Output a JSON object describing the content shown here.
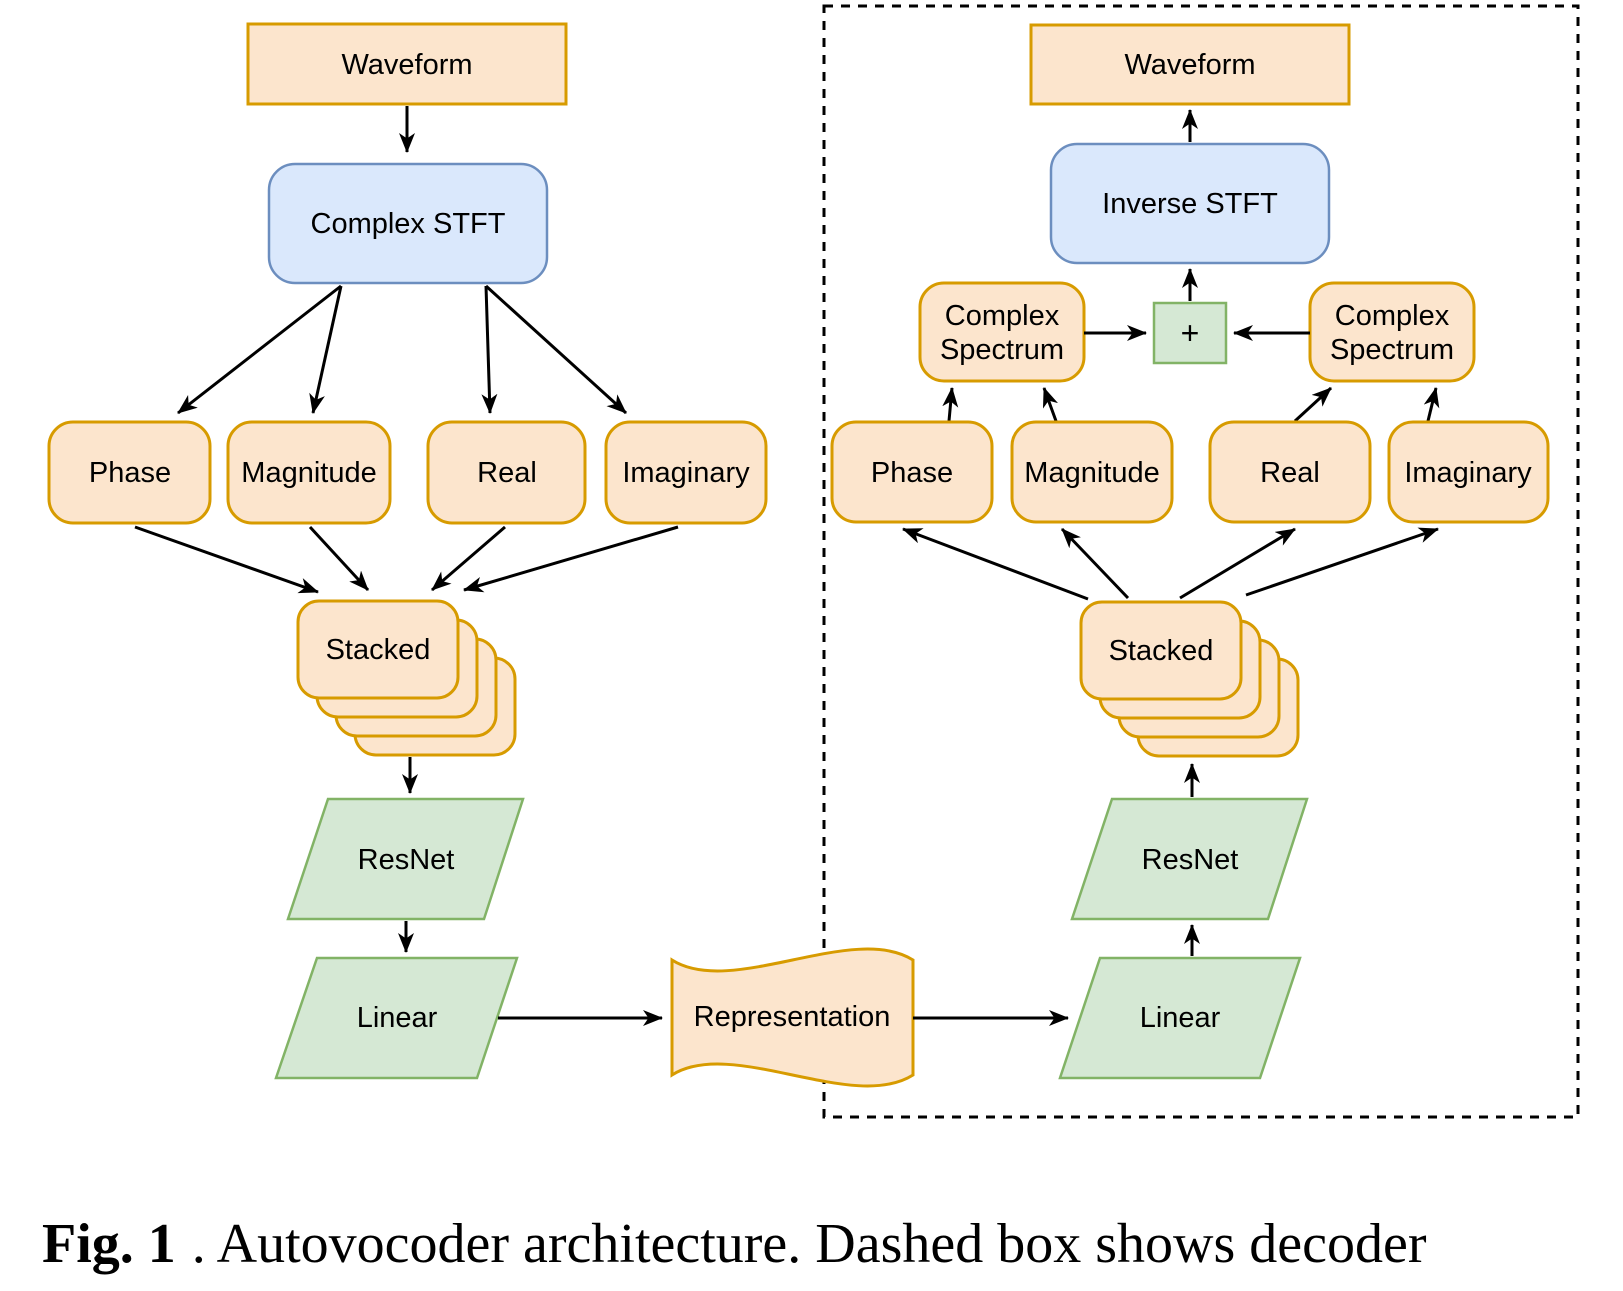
{
  "diagram": {
    "encoder": {
      "waveform_label": "Waveform",
      "complex_stft_label": "Complex STFT",
      "phase_label": "Phase",
      "magnitude_label": "Magnitude",
      "real_label": "Real",
      "imaginary_label": "Imaginary",
      "stacked_label": "Stacked",
      "resnet_label": "ResNet",
      "linear_label": "Linear"
    },
    "representation_label": "Representation",
    "decoder": {
      "waveform_label": "Waveform",
      "inverse_stft_label": "Inverse STFT",
      "plus_label": "+",
      "complex_spectrum_left": {
        "line1": "Complex",
        "line2": "Spectrum"
      },
      "complex_spectrum_right": {
        "line1": "Complex",
        "line2": "Spectrum"
      },
      "phase_label": "Phase",
      "magnitude_label": "Magnitude",
      "real_label": "Real",
      "imaginary_label": "Imaginary",
      "stacked_label": "Stacked",
      "resnet_label": "ResNet",
      "linear_label": "Linear"
    },
    "colors": {
      "orange_fill": "#FCE5CD",
      "orange_border": "#D79B00",
      "blue_fill": "#DAE8FC",
      "blue_border": "#6C8EBF",
      "green_fill": "#D5E8D4",
      "green_border": "#82B366",
      "line": "#000000"
    }
  },
  "caption": {
    "label": "Fig. 1",
    "rest": ". Autovocoder architecture. Dashed box shows decoder"
  }
}
